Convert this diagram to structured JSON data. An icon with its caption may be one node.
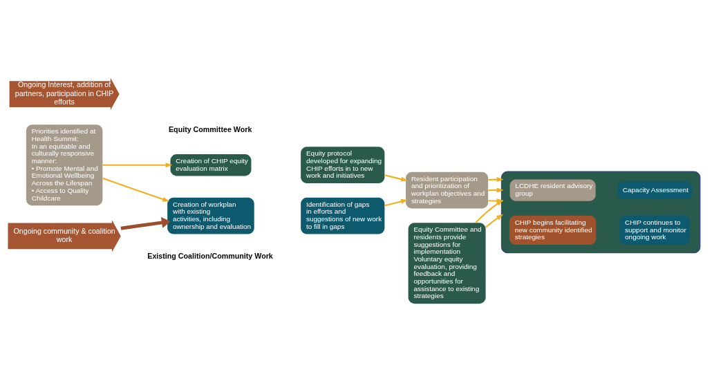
{
  "diagram": {
    "nodes": [
      {
        "text": [
          "Ongoing Interest, addition of partners, participation in CHIP efforts"
        ]
      },
      {
        "text": [
          "Creation of CHIP equity evaluation matrix"
        ]
      },
      {
        "text": [
          "Equity protocol developed for expanding CHIP efforts in to new work and initiatives"
        ]
      },
      {
        "text": [
          "Equity Committee and residents provide suggestions for implementation",
          "Voluntary equity evaluation, providing feedback and opportunities for assistance to existing strategies"
        ]
      },
      {
        "text": [
          "Priorities identified at Health Summit:",
          "In an equitable and culturally responsive manner:",
          "• Promote Mental and Emotional Wellbeing Across the Lifespan",
          "• Access to Quality Childcare"
        ]
      },
      {
        "text": [
          "Resident participation and prioritization of workplan objectives and strategies"
        ]
      },
      {
        "text": [],
        "shape": "box"
      },
      {
        "text": [
          "LCDHE resident advisory group"
        ],
        "in": 6
      },
      {
        "text": [
          "CHIP begins facilitating new community identified strategies"
        ],
        "in": 6
      },
      {
        "text": [
          "Creation of workplan with existing activities, including ownership and evaluation"
        ]
      },
      {
        "text": [
          "Identification of gaps in efforts and suggestions of new work to fill in gaps"
        ]
      },
      {
        "text": [
          "Capacity Assessment"
        ],
        "in": 6
      },
      {
        "text": [
          "CHIP continues to support and monitor ongoing work"
        ],
        "in": 6
      },
      {
        "text": [
          "Ongoing community & coalition work"
        ]
      }
    ],
    "edges": [
      {
        "from": 4,
        "to": 1,
        "arrow": "to"
      },
      {
        "from": 4,
        "to": 9,
        "arrow": "to"
      },
      {
        "from": 2,
        "to": 5,
        "arrow": "to"
      },
      {
        "from": 10,
        "to": 5,
        "arrow": "to"
      },
      {
        "from": 5,
        "to": 6,
        "arrow": "to"
      },
      {
        "from": 5,
        "to": 6,
        "arrow": "to"
      },
      {
        "from": 5,
        "to": 6,
        "arrow": "to"
      },
      {
        "from": 3,
        "to": 6,
        "arrow": "to"
      },
      {
        "from": 3,
        "to": 6,
        "arrow": "to"
      },
      {
        "from": 13,
        "to": 9,
        "arrow": "to",
        "style": "thick",
        "color": "#9c4f2c"
      }
    ],
    "labels": [
      "Equity Committee Work",
      "Existing Coalition/Community Work"
    ]
  }
}
